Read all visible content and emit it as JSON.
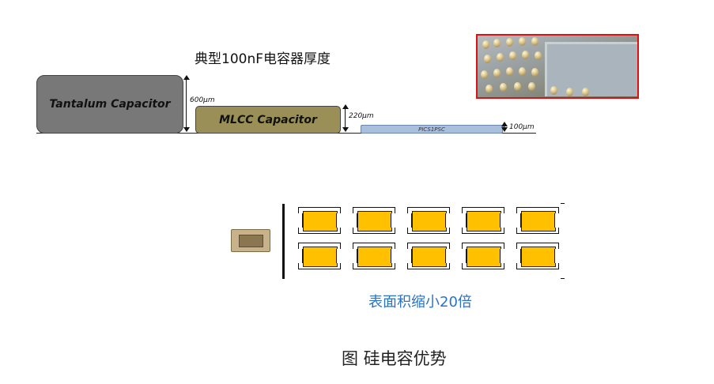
{
  "title": "典型100nF电容器厚度",
  "capacitors": {
    "tantalum": {
      "label": "Tantalum Capacitor",
      "thickness": "600μm",
      "color": "#787878"
    },
    "mlcc": {
      "label": "MLCC Capacitor",
      "thickness": "220μm",
      "color": "#9a8f56"
    },
    "pics": {
      "label": "PICS1PSC",
      "thickness": "100μm",
      "color": "#a9bfdc"
    }
  },
  "photo": {
    "border_color": "#dd1111"
  },
  "pads": {
    "rows": 2,
    "cols": 5,
    "fill_color": "#ffc000"
  },
  "comparison_caption": "表面积缩小20倍",
  "figure_caption": "图  硅电容优势"
}
